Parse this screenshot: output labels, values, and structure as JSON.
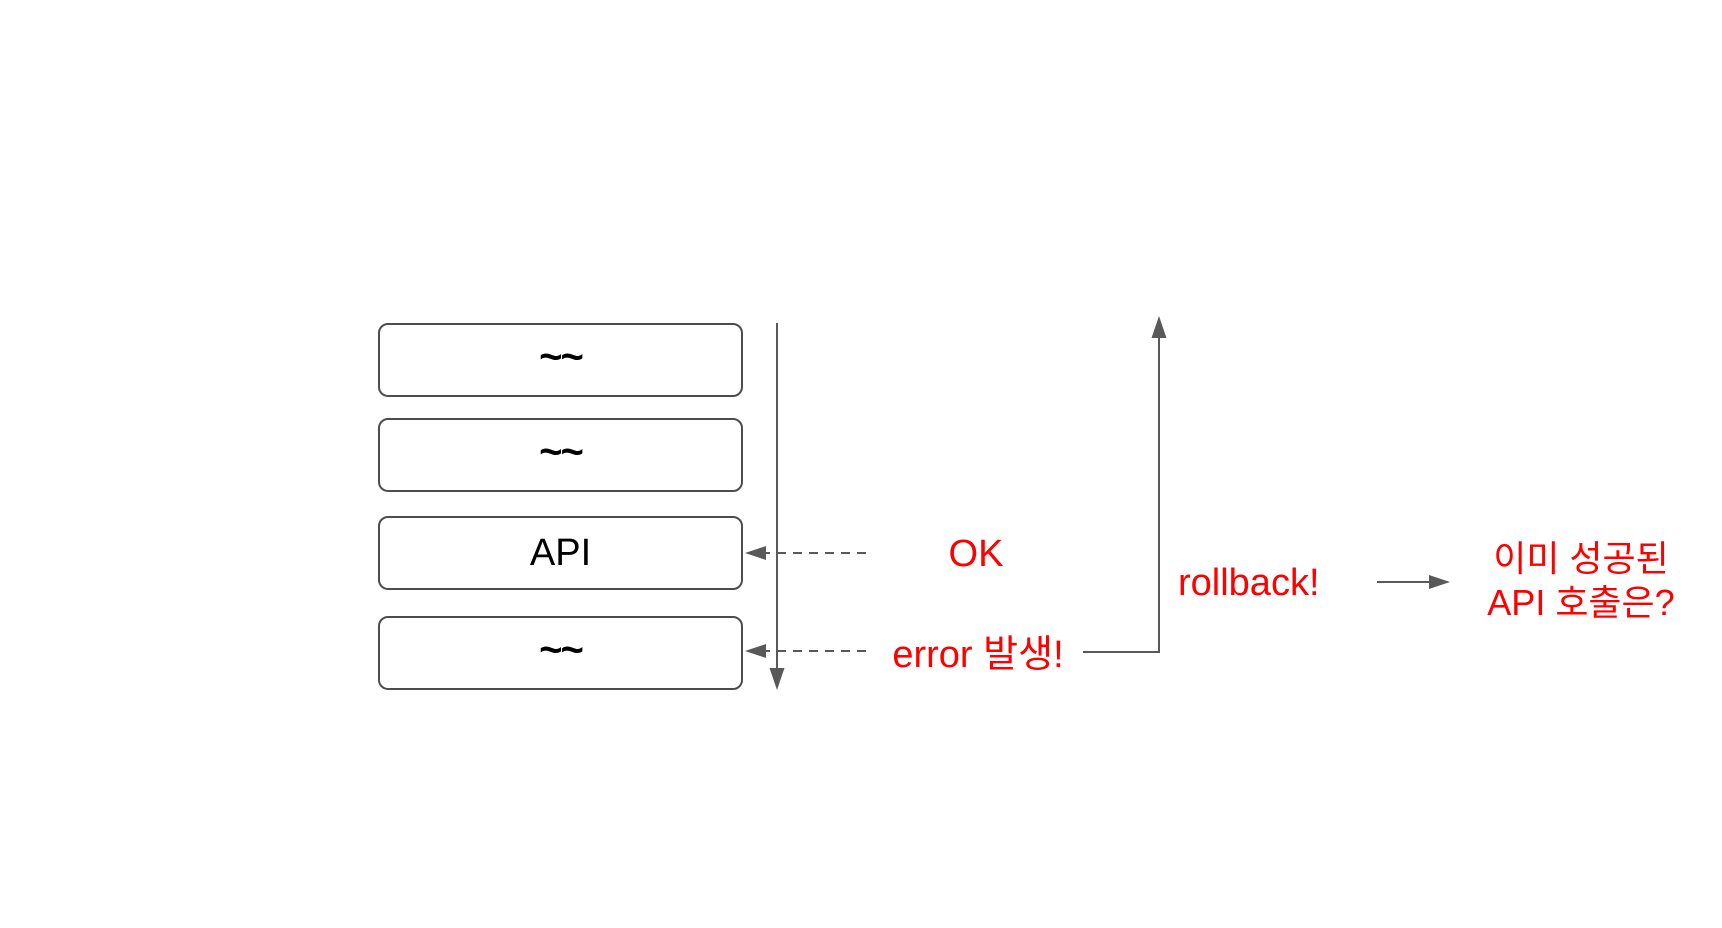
{
  "diagram": {
    "stack": {
      "boxes": [
        {
          "label": "~~"
        },
        {
          "label": "~~"
        },
        {
          "label": "API"
        },
        {
          "label": "~~"
        }
      ]
    },
    "annotations": {
      "ok_label": "OK",
      "error_label": "error 발생!",
      "rollback_label": "rollback!",
      "question_line1": "이미 성공된",
      "question_line2": "API 호출은?"
    },
    "arrows": [
      {
        "name": "execution-flow-arrow",
        "style": "solid",
        "direction": "down"
      },
      {
        "name": "ok-response-arrow",
        "style": "dashed",
        "direction": "left"
      },
      {
        "name": "error-response-arrow",
        "style": "dashed",
        "direction": "left"
      },
      {
        "name": "rollback-arrow",
        "style": "solid",
        "direction": "up"
      },
      {
        "name": "question-arrow",
        "style": "solid",
        "direction": "right"
      }
    ]
  },
  "colors": {
    "line_color": "#595959",
    "box_border": "#4d4d4d",
    "accent_red": "#ff0000",
    "text_color": "#000000",
    "bg": "#ffffff"
  }
}
